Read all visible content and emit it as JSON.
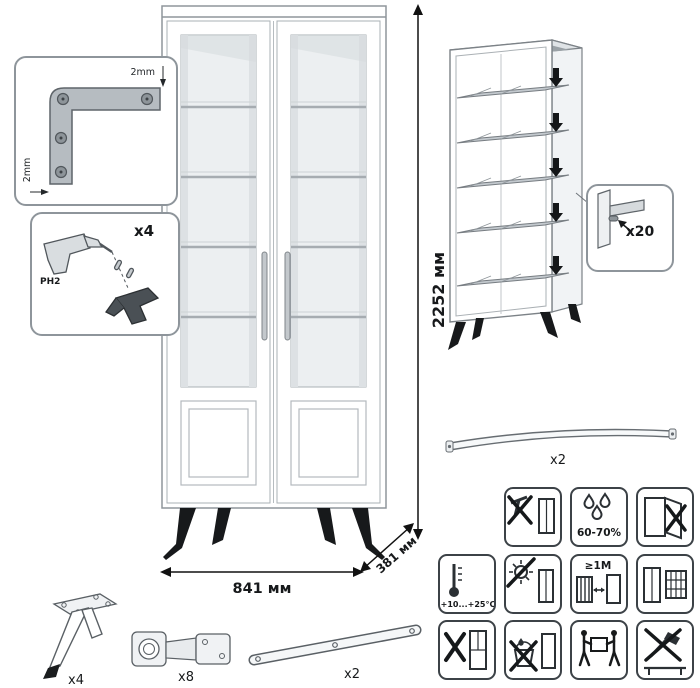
{
  "main": {
    "dim_height": "2252 мм",
    "dim_width": "841 мм",
    "dim_depth": "381 мм"
  },
  "corner_detail": {
    "dim_top": "2mm",
    "dim_side": "2mm"
  },
  "drill_detail": {
    "count": "x4",
    "bit_label": "PH2"
  },
  "shelf_detail": {
    "pin_count": "x20"
  },
  "rail_detail": {
    "count": "x2"
  },
  "hardware": {
    "leg_count": "x4",
    "hinge_count": "x8",
    "strap_count": "x2"
  },
  "care": {
    "humidity": "60-70%",
    "temperature": "+10...+25°C",
    "distance": "≥1M"
  }
}
